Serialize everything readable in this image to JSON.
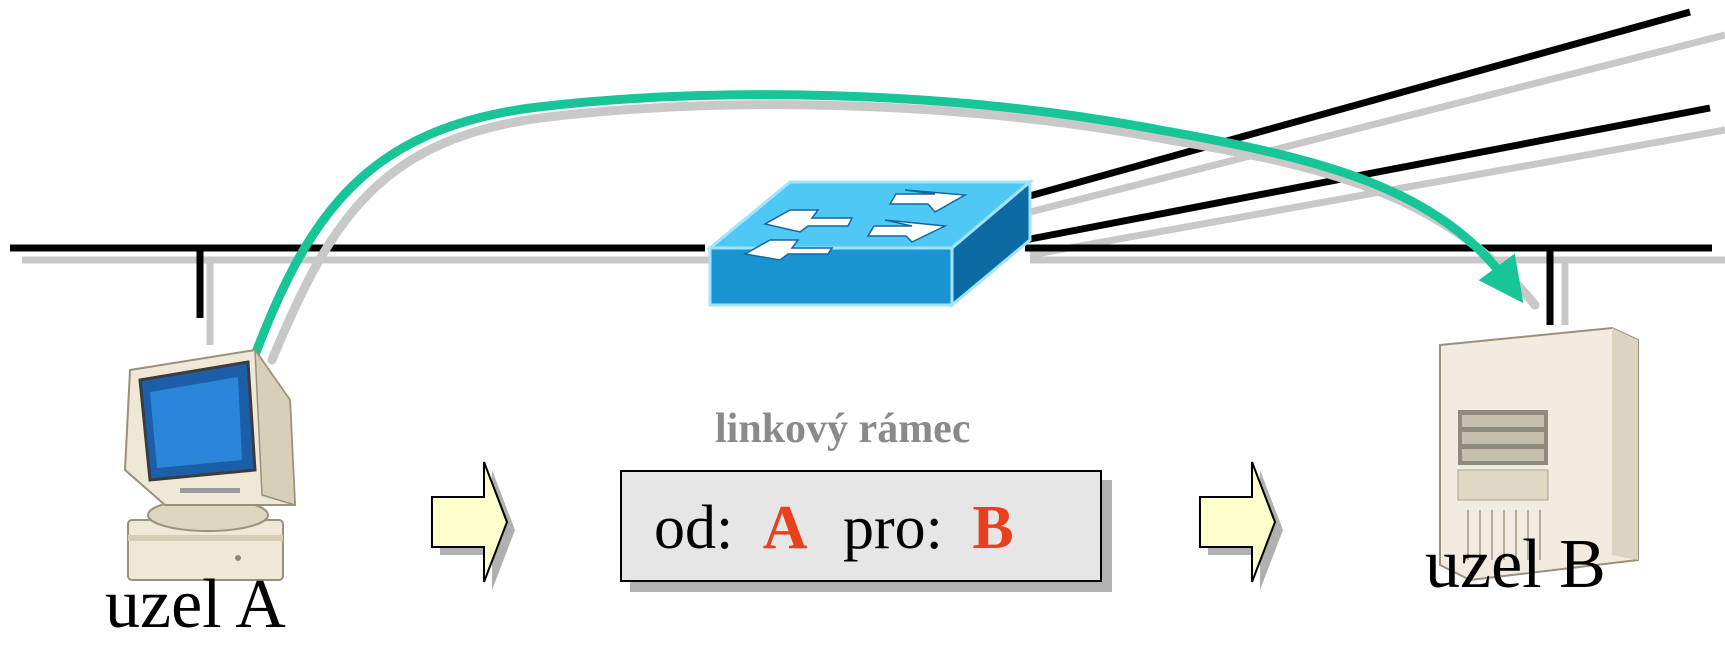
{
  "nodes": {
    "a": {
      "label": "uzel A"
    },
    "b": {
      "label": "uzel B"
    }
  },
  "frame": {
    "title": "linkový rámec",
    "from_label": "od:",
    "from_value": "A",
    "to_label": "pro:",
    "to_value": "B"
  },
  "colors": {
    "path": "#18c597",
    "shadow": "#c8c8c8",
    "cable": "#000000",
    "switch_top": "#4fc8f5",
    "switch_front": "#1a94d0",
    "switch_side": "#0d6aa3",
    "arrow_fill": "#ffffcc",
    "address": "#e8401c",
    "frame_title": "#8a8a8a"
  },
  "icons": {
    "computer": "desktop-computer-icon",
    "server": "server-tower-icon",
    "switch": "network-switch-icon",
    "flow_arrow": "block-arrow-right-icon"
  }
}
